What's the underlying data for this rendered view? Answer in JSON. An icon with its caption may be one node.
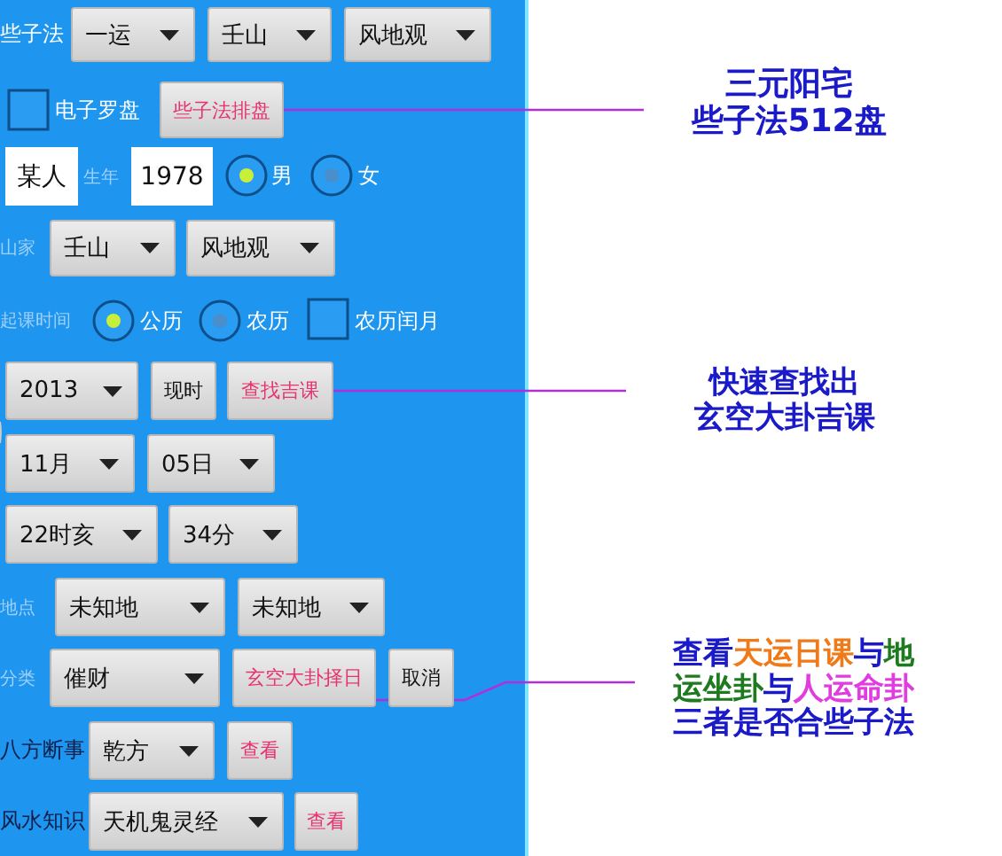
{
  "diagram": {
    "nodes": [
      {
        "text": [
          "一运"
        ]
      },
      {
        "text": [
          "壬山"
        ]
      },
      {
        "text": [
          "风地观"
        ]
      },
      {
        "text": [
          "些子法排盘"
        ]
      },
      {
        "text": [
          "三元阳宅些子法512盘"
        ]
      },
      {
        "text": [
          "某人"
        ]
      },
      {
        "text": [
          "1978"
        ]
      },
      {
        "text": [
          "壬山"
        ]
      },
      {
        "text": [
          "风地观"
        ]
      },
      {
        "text": [
          "2013"
        ]
      },
      {
        "text": [
          "现时"
        ]
      },
      {
        "text": [
          "查找吉课"
        ]
      },
      {
        "text": [
          "快速查找出玄空大卦吉课"
        ]
      },
      {
        "text": [
          "11月"
        ]
      },
      {
        "text": [
          "05日"
        ]
      },
      {
        "text": [
          "22时亥"
        ]
      },
      {
        "text": [
          "34分"
        ]
      },
      {
        "text": [
          "未知地"
        ]
      },
      {
        "text": [
          "未知地"
        ]
      },
      {
        "text": [
          "催财"
        ]
      },
      {
        "text": [
          "玄空大卦择日"
        ]
      },
      {
        "text": [
          "取消"
        ]
      },
      {
        "text": [
          "查看天运日课与地运坐卦与人运命卦三者是否合些子法"
        ]
      },
      {
        "text": [
          "乾方"
        ]
      },
      {
        "text": [
          "查看"
        ]
      },
      {
        "text": [
          "天机鬼灵经"
        ]
      },
      {
        "text": [
          "查看"
        ]
      }
    ],
    "edges": [
      {
        "from": 4,
        "to": 3,
        "arrow": "none"
      },
      {
        "from": 12,
        "to": 11,
        "arrow": "none"
      },
      {
        "from": 22,
        "to": 20,
        "arrow": "none"
      }
    ],
    "labels": [
      "些子法",
      "电子罗盘",
      "生年",
      "男",
      "女",
      "山家",
      "起课时间",
      "公历",
      "农历",
      "农历闰月",
      "地点",
      "分类",
      "八方断事",
      "风水知识"
    ]
  }
}
